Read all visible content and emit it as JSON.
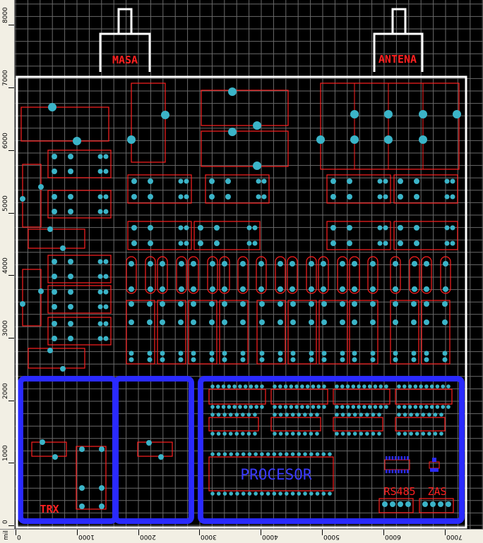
{
  "window": {
    "title": "PCB layout editor"
  },
  "labels": {
    "masa": "MASA",
    "antena": "ANTENA",
    "trx": "TRX",
    "procesor": "PROCESOR",
    "rs485": "RS485",
    "zas": "ZAS"
  },
  "ruler": {
    "unit": "mil",
    "x_ticks": [
      "0",
      "1000",
      "2000",
      "3000",
      "4000",
      "5000",
      "6000",
      "7000"
    ],
    "y_ticks": [
      "0",
      "1000",
      "2000",
      "3000",
      "4000",
      "5000",
      "6000",
      "7000",
      "8000"
    ]
  },
  "colors": {
    "background": "#000000",
    "grid": "#6a6a6a",
    "outline": "#ffffff",
    "silkscreen": "#ff2020",
    "pad": "#3bb4c8",
    "copper_pour": "#2a2aff",
    "ruler_bg": "#f2efe4"
  }
}
